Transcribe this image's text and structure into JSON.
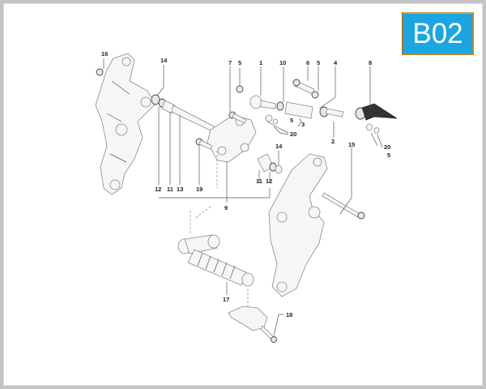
{
  "badge": {
    "code": "B02",
    "bg_color": "#1ba6e3",
    "border_color": "#b48a2c"
  },
  "diagram": {
    "type": "exploded parts diagram",
    "callouts": [
      {
        "id": "c16a",
        "label": "16"
      },
      {
        "id": "c14a",
        "label": "14"
      },
      {
        "id": "c7",
        "label": "7"
      },
      {
        "id": "c5a",
        "label": "5"
      },
      {
        "id": "c1",
        "label": "1"
      },
      {
        "id": "c10",
        "label": "10"
      },
      {
        "id": "c6",
        "label": "6"
      },
      {
        "id": "c5b",
        "label": "5"
      },
      {
        "id": "c4",
        "label": "4"
      },
      {
        "id": "c8",
        "label": "8"
      },
      {
        "id": "c5c",
        "label": "5"
      },
      {
        "id": "c3",
        "label": "3"
      },
      {
        "id": "c20a",
        "label": "20"
      },
      {
        "id": "c2",
        "label": "2"
      },
      {
        "id": "c20b",
        "label": "20"
      },
      {
        "id": "c5d",
        "label": "5"
      },
      {
        "id": "c14b",
        "label": "14"
      },
      {
        "id": "c15",
        "label": "15"
      },
      {
        "id": "c12a",
        "label": "12"
      },
      {
        "id": "c11a",
        "label": "11"
      },
      {
        "id": "c13",
        "label": "13"
      },
      {
        "id": "c19",
        "label": "19"
      },
      {
        "id": "c11b",
        "label": "11"
      },
      {
        "id": "c12b",
        "label": "12"
      },
      {
        "id": "c9",
        "label": "9"
      },
      {
        "id": "c17",
        "label": "17"
      },
      {
        "id": "c18",
        "label": "18"
      }
    ]
  }
}
